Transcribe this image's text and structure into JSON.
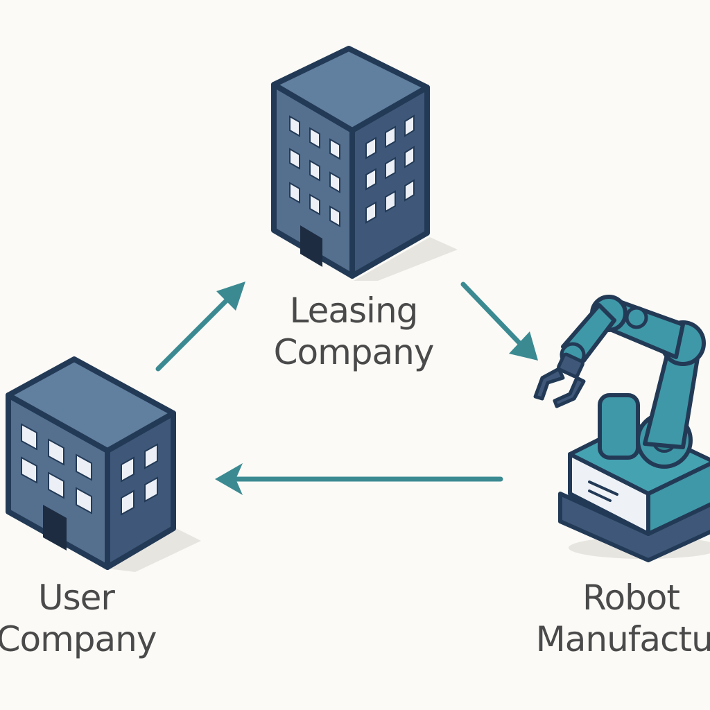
{
  "nodes": {
    "leasing": {
      "line1": "Leasing",
      "line2": "Company"
    },
    "user": {
      "line1": "User",
      "line2": "Company"
    },
    "robot": {
      "line1": "Robot",
      "line2": "Manufactur"
    }
  },
  "edges": [
    {
      "from": "User Company",
      "to": "Leasing Company"
    },
    {
      "from": "Leasing Company",
      "to": "Robot Manufactur"
    },
    {
      "from": "Robot Manufactur",
      "to": "User Company"
    }
  ],
  "icons": {
    "leasing": "office-building-icon",
    "user": "office-building-icon",
    "robot": "robotic-arm-icon"
  },
  "colors": {
    "background": "#fbfaf6",
    "building_left": "#55708f",
    "building_right": "#3f5879",
    "building_top": "#617f9f",
    "outline": "#233a56",
    "arrow": "#3b8a92",
    "robot_arm": "#3f98a7",
    "text": "#4a4a4a"
  }
}
